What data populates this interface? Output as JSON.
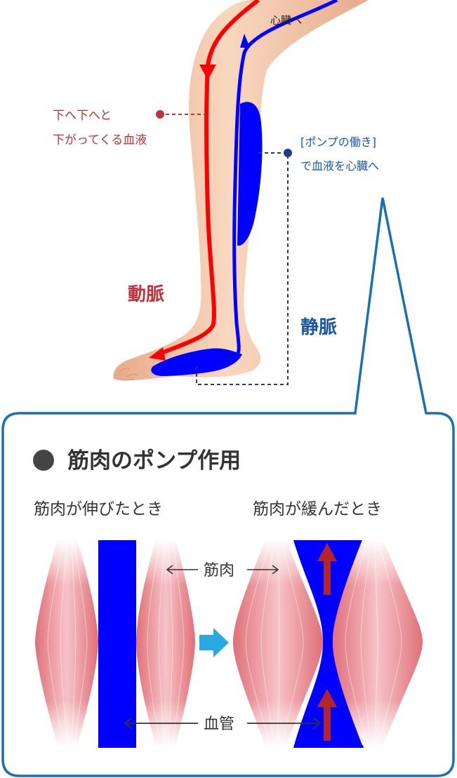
{
  "leg": {
    "to_heart": "心臓へ",
    "downward_line1": "下へ下へと",
    "downward_line2": "下がってくる血液",
    "pump_line1": "[ポンプの働き]",
    "pump_line2": "で血液を心臓へ",
    "artery": "動脈",
    "vein": "静脈"
  },
  "panel": {
    "title": "筋肉のポンプ作用",
    "stretched": "筋肉が伸びたとき",
    "relaxed": "筋肉が緩んだとき",
    "muscle_label": "筋肉",
    "vessel_label": "血管"
  },
  "colors": {
    "artery": "#ff0000",
    "vein": "#0000ff",
    "panel_border": "#1a6fb5",
    "muscle": "#e07a80",
    "skin": "#f2c4a4",
    "transition_arrow": "#29a9e1",
    "flow_arrow": "#b5232b"
  }
}
